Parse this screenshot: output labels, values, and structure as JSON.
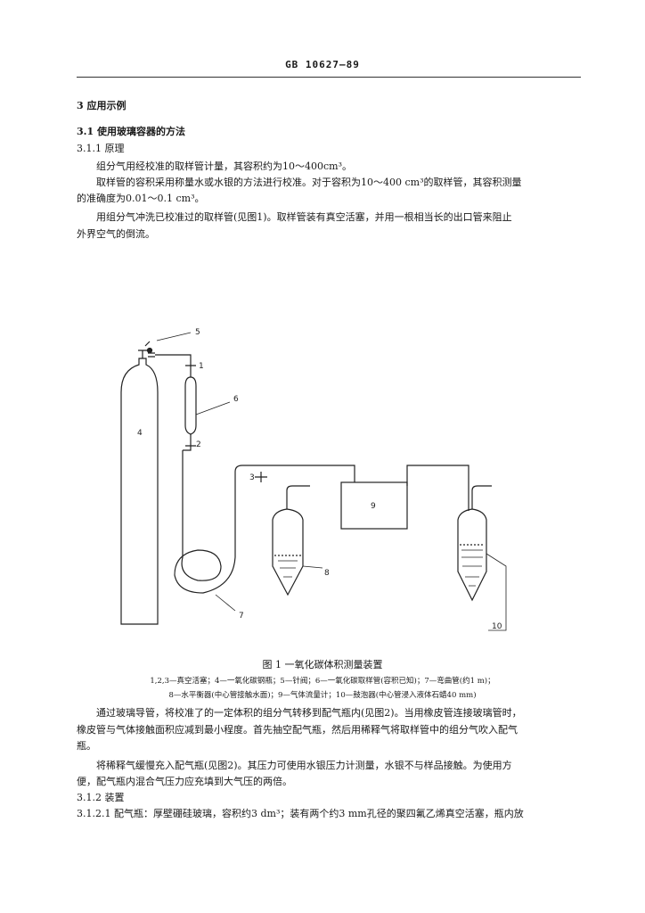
{
  "header": {
    "standard_no": "GB 10627—89"
  },
  "section3": {
    "title": "3  应用示例"
  },
  "s31": {
    "title": "3.1  使用玻璃容器的方法"
  },
  "s311": {
    "title": "3.1.1  原理",
    "p1": "组分气用经校准的取样管计量，其容积约为10～400cm³。",
    "p2_line1": "取样管的容积采用称量水或水银的方法进行校准。对于容积为10～400 cm³的取样管，其容积测量",
    "p2_line2": "的准确度为0.01～0.1 cm³。",
    "p3_line1": "用组分气冲洗已校准过的取样管(见图1)。取样管装有真空活塞，并用一根相当长的出口管来阻止",
    "p3_line2": "外界空气的倒流。"
  },
  "figure1": {
    "labels": {
      "n1": "1",
      "n2": "2",
      "n3": "3",
      "n4": "4",
      "n5": "5",
      "n6": "6",
      "n7": "7",
      "n8": "8",
      "n9": "9",
      "n10": "10"
    },
    "title": "图 1  一氧化碳体积测量装置",
    "legend_line1": "1,2,3—真空活塞；4—一氧化碳钢瓶；5—针阀；6—一氧化碳取样管(容积已知)；7—弯曲管(约1 m)；",
    "legend_line2": "8—水平衡器(中心管接触水面)；9—气体流量计；10—鼓泡器(中心管浸入液体石蜡40 mm)"
  },
  "after_figure": {
    "p1_line1": "通过玻璃导管，将校准了的一定体积的组分气转移到配气瓶内(见图2)。当用橡皮管连接玻璃管时，",
    "p1_line2": "橡皮管与气体接触面积应减到最小程度。首先抽空配气瓶，然后用稀释气将取样管中的组分气吹入配气",
    "p1_line3": "瓶。",
    "p2_line1": "将稀释气缓慢充入配气瓶(见图2)。其压力可使用水银压力计测量，水银不与样品接触。为使用方",
    "p2_line2": "便，配气瓶内混合气压力应充填到大气压的两倍。"
  },
  "s312": {
    "title": "3.1.2  装置"
  },
  "s3121": {
    "text": "3.1.2.1  配气瓶：厚壁硼硅玻璃，容积约3 dm³；装有两个约3 mm孔径的聚四氟乙烯真空活塞，瓶内放"
  }
}
